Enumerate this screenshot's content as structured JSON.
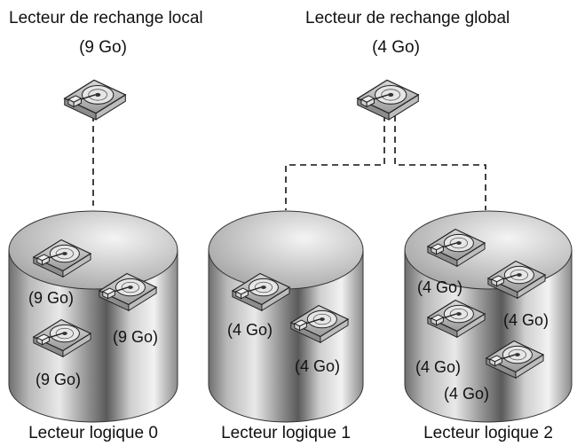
{
  "spares": {
    "local": {
      "title": "Lecteur de rechange local",
      "size": "(9 Go)"
    },
    "global": {
      "title": "Lecteur de rechange global",
      "size": "(4 Go)"
    }
  },
  "logical_drives": [
    {
      "label": "Lecteur logique 0",
      "disks": [
        "(9 Go)",
        "(9 Go)",
        "(9 Go)"
      ]
    },
    {
      "label": "Lecteur logique 1",
      "disks": [
        "(4 Go)",
        "(4 Go)"
      ]
    },
    {
      "label": "Lecteur logique 2",
      "disks": [
        "(4 Go)",
        "(4 Go)",
        "(4 Go)",
        "(4 Go)"
      ]
    }
  ]
}
